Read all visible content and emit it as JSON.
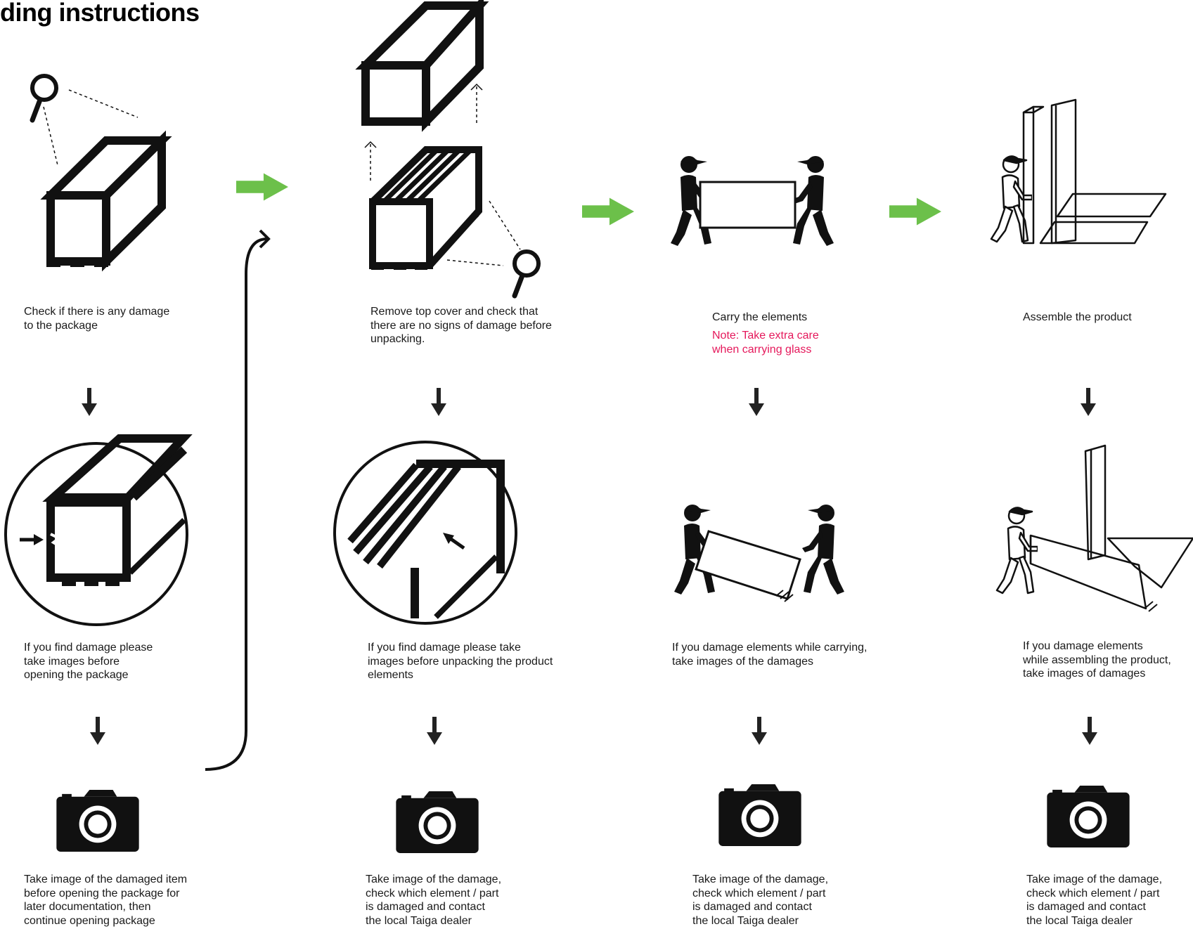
{
  "page": {
    "title": "ding instructions"
  },
  "colors": {
    "accent_arrow": "#6cc04a",
    "note": "#e5185b",
    "ink": "#000000"
  },
  "columns": [
    {
      "step": "Check if there is any damage\nto the package",
      "damage": "If you find damage please\ntake images before\nopening the package",
      "photo": "Take image of the damaged item\nbefore opening the package for\nlater documentation, then\ncontinue opening package"
    },
    {
      "step": "Remove top cover and check that\nthere are no signs of damage before\nunpacking.",
      "damage": "If you find damage please take\nimages before unpacking the product\nelements",
      "photo": "Take image of the damage,\ncheck which element / part\nis damaged and contact\nthe local Taiga dealer"
    },
    {
      "step": "Carry the elements",
      "note": "Note: Take extra care\nwhen carrying glass",
      "damage": "If you damage elements while carrying,\ntake images of the damages",
      "photo": "Take image of the damage,\ncheck which element / part\nis damaged and contact\nthe local Taiga dealer"
    },
    {
      "step": "Assemble the product",
      "damage": "If you damage elements\nwhile assembling the product,\ntake images of damages",
      "photo": "Take image of the damage,\ncheck which element / part\nis damaged and contact\nthe local Taiga dealer"
    }
  ],
  "icons": {
    "magnifier": "magnifier-icon",
    "package": "package-icon",
    "camera": "camera-icon",
    "worker": "worker-icon",
    "arrow_down": "arrow-down-icon",
    "arrow_right": "arrow-right-icon"
  }
}
